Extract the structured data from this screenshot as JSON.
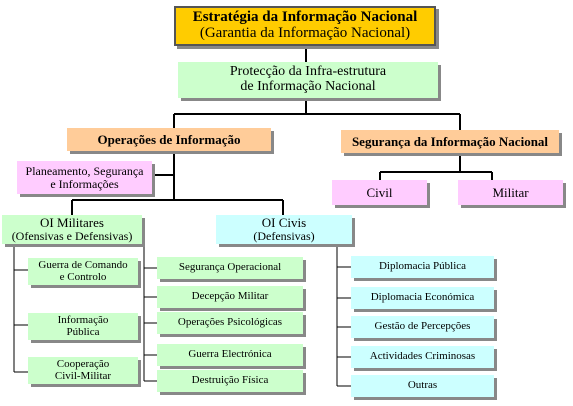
{
  "top": {
    "line1": "Estratégia da Informação Nacional",
    "line2": "(Garantia da Informação Nacional)"
  },
  "infra": {
    "line1": "Protecção da Infra-estrutura",
    "line2": "de Informação Nacional"
  },
  "ops": {
    "label": "Operações de Informação"
  },
  "seg": {
    "label": "Segurança da Informação Nacional"
  },
  "plan": {
    "line1": "Planeamento, Segurança",
    "line2": "e Informações"
  },
  "civil": {
    "label": "Civil"
  },
  "militar": {
    "label": "Militar"
  },
  "oim": {
    "line1": "OI Militares",
    "line2": "(Ofensivas e Defensivas)"
  },
  "oic": {
    "line1": "OI Civis",
    "line2": "(Defensivas)"
  },
  "mil_left": [
    {
      "line1": "Guerra de Comando",
      "line2": "e Controlo"
    },
    {
      "line1": "Informação",
      "line2": "Pública"
    },
    {
      "line1": "Cooperação",
      "line2": "Civil-Militar"
    }
  ],
  "mil_mid": [
    {
      "label": "Segurança Operacional"
    },
    {
      "label": "Decepção Militar"
    },
    {
      "label": "Operações Psicológicas"
    },
    {
      "label": "Guerra Electrónica"
    },
    {
      "label": "Destruição Física"
    }
  ],
  "civ_items": [
    {
      "label": "Diplomacia Pública"
    },
    {
      "label": "Diplomacia Económica"
    },
    {
      "label": "Gestão de Percepções"
    },
    {
      "label": "Actividades Criminosas"
    },
    {
      "label": "Outras"
    }
  ],
  "colors": {
    "top": "#ffcc00",
    "green": "#ccffcc",
    "orange": "#ffcc99",
    "pink": "#ffccff",
    "cyan": "#ccffff",
    "shadow": "#888888"
  }
}
